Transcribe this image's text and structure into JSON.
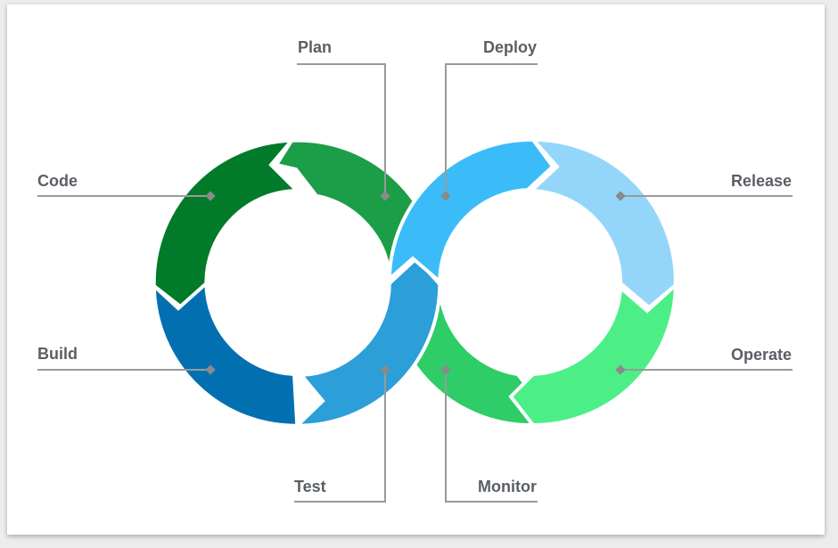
{
  "diagram": {
    "stages": [
      {
        "id": "code",
        "label": "Code",
        "color": "#017b2a"
      },
      {
        "id": "plan",
        "label": "Plan",
        "color": "#1c9d47"
      },
      {
        "id": "build",
        "label": "Build",
        "color": "#0270b0"
      },
      {
        "id": "test",
        "label": "Test",
        "color": "#2c9ed8"
      },
      {
        "id": "deploy",
        "label": "Deploy",
        "color": "#3bbcf9"
      },
      {
        "id": "release",
        "label": "Release",
        "color": "#94d6f9"
      },
      {
        "id": "monitor",
        "label": "Monitor",
        "color": "#2ecd68"
      },
      {
        "id": "operate",
        "label": "Operate",
        "color": "#4cef86"
      }
    ],
    "connector_color": "#9a9a9a",
    "label_color": "#5a5f66",
    "background": "#ffffff"
  }
}
